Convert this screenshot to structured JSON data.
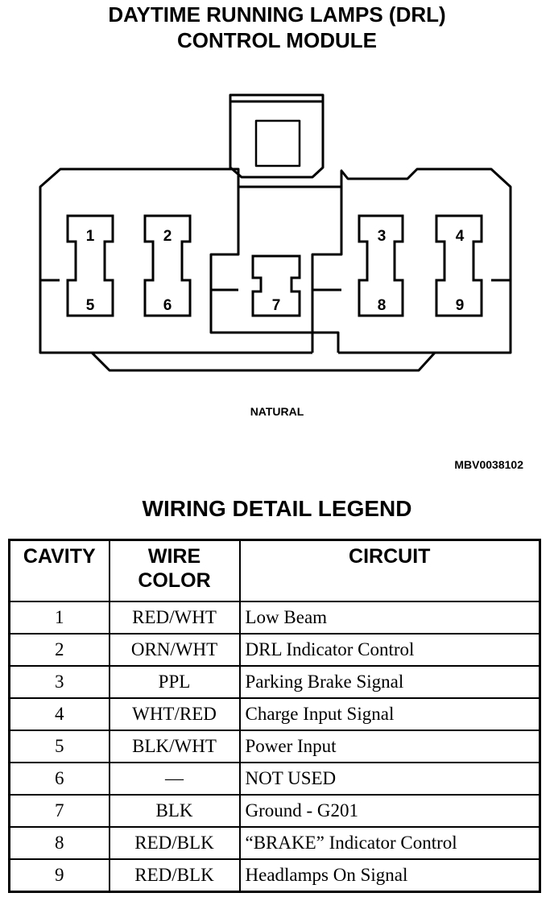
{
  "title": {
    "line1": "DAYTIME RUNNING LAMPS (DRL)",
    "line2": "CONTROL MODULE"
  },
  "connector": {
    "cavities": {
      "c1": "1",
      "c2": "2",
      "c3": "3",
      "c4": "4",
      "c5": "5",
      "c6": "6",
      "c7": "7",
      "c8": "8",
      "c9": "9"
    },
    "color_label": "NATURAL",
    "figure_code": "MBV0038102"
  },
  "legend": {
    "title": "WIRING DETAIL LEGEND",
    "headers": {
      "cavity": "CAVITY",
      "wire_color_line1": "WIRE",
      "wire_color_line2": "COLOR",
      "circuit": "CIRCUIT"
    },
    "rows": [
      {
        "cavity": "1",
        "wire_color": "RED/WHT",
        "circuit": "Low Beam"
      },
      {
        "cavity": "2",
        "wire_color": "ORN/WHT",
        "circuit": "DRL Indicator Control"
      },
      {
        "cavity": "3",
        "wire_color": "PPL",
        "circuit": "Parking Brake Signal"
      },
      {
        "cavity": "4",
        "wire_color": "WHT/RED",
        "circuit": "Charge Input Signal"
      },
      {
        "cavity": "5",
        "wire_color": "BLK/WHT",
        "circuit": "Power Input"
      },
      {
        "cavity": "6",
        "wire_color": "—",
        "circuit": "NOT USED"
      },
      {
        "cavity": "7",
        "wire_color": "BLK",
        "circuit": "Ground - G201"
      },
      {
        "cavity": "8",
        "wire_color": "RED/BLK",
        "circuit": "“BRAKE” Indicator Control"
      },
      {
        "cavity": "9",
        "wire_color": "RED/BLK",
        "circuit": "Headlamps On Signal"
      }
    ]
  }
}
